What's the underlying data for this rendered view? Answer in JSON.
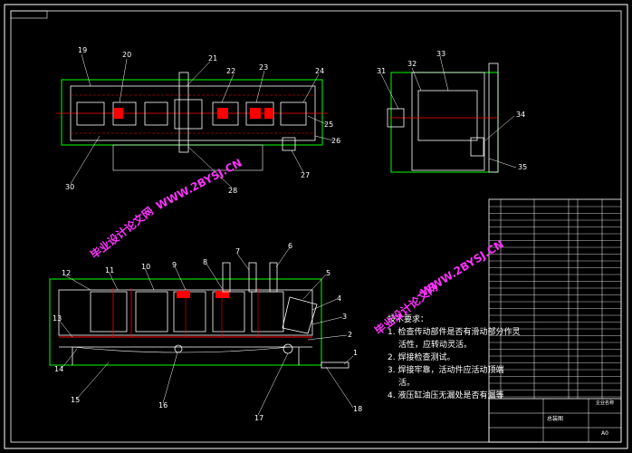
{
  "colors": {
    "background": "#000000",
    "frame": "#ffffff",
    "outline": "#00ff00",
    "centerline": "#ff0000",
    "accent": "#ffff00",
    "watermark": "#ff33ff",
    "fill": "#808080"
  },
  "part_numbers": {
    "top_view": [
      "19",
      "20",
      "21",
      "22",
      "23",
      "24",
      "25",
      "26",
      "27",
      "28",
      "30"
    ],
    "side_view": [
      "31",
      "32",
      "33",
      "34",
      "35"
    ],
    "front_view": [
      "1",
      "2",
      "3",
      "4",
      "5",
      "6",
      "7",
      "8",
      "9",
      "10",
      "11",
      "12",
      "13",
      "14",
      "15",
      "16",
      "17",
      "18"
    ]
  },
  "technical_requirements": {
    "title": "技术要求：",
    "items": [
      "1.  检查传动部件是否有滑动部分作灵",
      "活性，应转动灵活。",
      "2.  焊接检查测试。",
      "3.  焊接牢靠，活动件应活动顶端",
      "活。",
      "4.  液压缸油压无漏处是否有漏等"
    ]
  },
  "watermarks": {
    "brand": "毕业设计论文网",
    "url": "WWW.2BYSJ.CN"
  },
  "title_block": {
    "drawing_name": "总装图",
    "sheet": "A0",
    "company": "企业名称"
  }
}
